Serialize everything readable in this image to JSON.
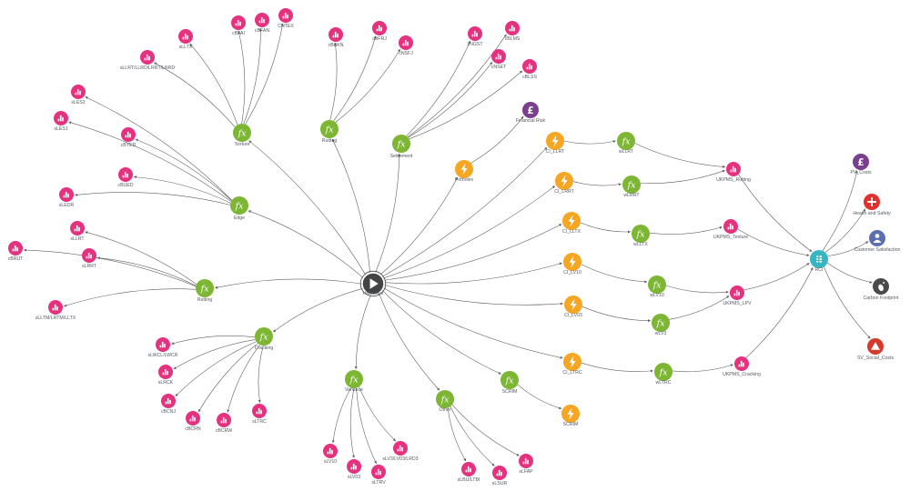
{
  "colors": {
    "indicator": "#e5317e",
    "function": "#7cb632",
    "trigger": "#f5a623",
    "finance": "#7b3f8f",
    "health": "#e0312e",
    "customer": "#5b6fb0",
    "carbon": "#4a4a4a",
    "social": "#d63a2b",
    "index": "#36b6c3",
    "root": "#444444",
    "edge": "#5f5f5f",
    "label": "#555a60"
  },
  "nodes": [
    {
      "id": "highways",
      "label": "Highways",
      "type": "root"
    },
    {
      "id": "texture",
      "label": "Texture",
      "type": "function"
    },
    {
      "id": "sltx",
      "label": "sLLTX",
      "type": "indicator"
    },
    {
      "id": "cbfai",
      "label": "cBFAI",
      "type": "indicator"
    },
    {
      "id": "cbfan",
      "label": "cBFAN",
      "type": "indicator"
    },
    {
      "id": "cntex",
      "label": "CNTEX",
      "type": "indicator"
    },
    {
      "id": "sllrt",
      "label": "sLLRT/LLRD/LRRT/LRRD",
      "type": "indicator"
    },
    {
      "id": "rutting_agg",
      "label": "Rutting",
      "type": "function"
    },
    {
      "id": "cbckn",
      "label": "cBCKN",
      "type": "indicator"
    },
    {
      "id": "cbfrj",
      "label": "cBFRJ",
      "type": "indicator"
    },
    {
      "id": "cnsfj",
      "label": "cNSFJ",
      "type": "indicator"
    },
    {
      "id": "settlement",
      "label": "Settlement",
      "type": "function"
    },
    {
      "id": "cngst",
      "label": "cNGST",
      "type": "indicator"
    },
    {
      "id": "cblms",
      "label": "cBLMS",
      "type": "indicator"
    },
    {
      "id": "cnset",
      "label": "cNSET",
      "type": "indicator"
    },
    {
      "id": "cblss",
      "label": "cBLSS",
      "type": "indicator"
    },
    {
      "id": "finrisk",
      "label": "Financial Risk",
      "type": "finance"
    },
    {
      "id": "potholes",
      "label": "Potholes",
      "type": "trigger"
    },
    {
      "id": "sles2",
      "label": "sLES2",
      "type": "indicator"
    },
    {
      "id": "cbyed",
      "label": "cBYED",
      "type": "indicator"
    },
    {
      "id": "sles1",
      "label": "sLES1",
      "type": "indicator"
    },
    {
      "id": "cbued",
      "label": "cBUED",
      "type": "indicator"
    },
    {
      "id": "sledr",
      "label": "sLEDR",
      "type": "indicator"
    },
    {
      "id": "edge",
      "label": "Edge",
      "type": "function"
    },
    {
      "id": "cbrut",
      "label": "cBRUT",
      "type": "indicator"
    },
    {
      "id": "slrt",
      "label": "sLLRT",
      "type": "indicator"
    },
    {
      "id": "slrrt",
      "label": "sLRRT",
      "type": "indicator"
    },
    {
      "id": "rutting",
      "label": "Rutting",
      "type": "function"
    },
    {
      "id": "slltm",
      "label": "sLLTM/LRTM/LLTX",
      "type": "indicator"
    },
    {
      "id": "cracking",
      "label": "Cracking",
      "type": "function"
    },
    {
      "id": "slwcl",
      "label": "sLWCL/LWCR",
      "type": "indicator"
    },
    {
      "id": "slrck",
      "label": "sLRCK",
      "type": "indicator"
    },
    {
      "id": "cbcnj",
      "label": "cBCNJ",
      "type": "indicator"
    },
    {
      "id": "cbcrn",
      "label": "cBCRN",
      "type": "indicator"
    },
    {
      "id": "cbcrw",
      "label": "cBCRW",
      "type": "indicator"
    },
    {
      "id": "sltrc",
      "label": "sLTRC",
      "type": "indicator"
    },
    {
      "id": "variance",
      "label": "Variance",
      "type": "function"
    },
    {
      "id": "slv10",
      "label": "sLV10",
      "type": "indicator"
    },
    {
      "id": "slv03",
      "label": "sLV03",
      "type": "indicator"
    },
    {
      "id": "sltrv",
      "label": "sLTRV",
      "type": "indicator"
    },
    {
      "id": "slv3l",
      "label": "sLV3/LV03/LRD3",
      "type": "indicator"
    },
    {
      "id": "other",
      "label": "Other",
      "type": "function"
    },
    {
      "id": "slbu",
      "label": "sLBU/LTBI",
      "type": "indicator"
    },
    {
      "id": "slsur",
      "label": "sLSUR",
      "type": "indicator"
    },
    {
      "id": "slfap",
      "label": "sLFAP",
      "type": "indicator"
    },
    {
      "id": "scrim_f",
      "label": "SCRIM",
      "type": "function"
    },
    {
      "id": "scrim_t",
      "label": "SCRIM",
      "type": "trigger"
    },
    {
      "id": "cillrt",
      "label": "CI_LLRT",
      "type": "trigger"
    },
    {
      "id": "wllrt",
      "label": "wLLRT",
      "type": "function"
    },
    {
      "id": "cilrrt",
      "label": "CI_LRRT",
      "type": "trigger"
    },
    {
      "id": "wlrrt",
      "label": "wLRRT",
      "type": "function"
    },
    {
      "id": "ukpms_rut",
      "label": "UKPMS_Rutting",
      "type": "indicator"
    },
    {
      "id": "cilltx",
      "label": "CI_LLTX",
      "type": "trigger"
    },
    {
      "id": "wlltx",
      "label": "wLLTX",
      "type": "function"
    },
    {
      "id": "ukpms_tex",
      "label": "UKPMS_Texture",
      "type": "indicator"
    },
    {
      "id": "cilv10",
      "label": "CI_LV10",
      "type": "trigger"
    },
    {
      "id": "wlv10",
      "label": "wLV10",
      "type": "function"
    },
    {
      "id": "cilv03",
      "label": "CI_LV03",
      "type": "trigger"
    },
    {
      "id": "wlv3",
      "label": "wLV3",
      "type": "function"
    },
    {
      "id": "ukpms_lpv",
      "label": "UKPMS_LPV",
      "type": "indicator"
    },
    {
      "id": "ciltrc",
      "label": "CI_LTRC",
      "type": "trigger"
    },
    {
      "id": "wltrc",
      "label": "wLTRC",
      "type": "function"
    },
    {
      "id": "ukpms_crk",
      "label": "UKPMS_Cracking",
      "type": "indicator"
    },
    {
      "id": "rci",
      "label": "RCI",
      "type": "index"
    },
    {
      "id": "pv_costs",
      "label": "PV_Costs",
      "type": "finance"
    },
    {
      "id": "health",
      "label": "Health and Safety",
      "type": "health"
    },
    {
      "id": "customer",
      "label": "Customer Satisfaction",
      "type": "customer"
    },
    {
      "id": "carbon",
      "label": "Carbon Footprint",
      "type": "carbon"
    },
    {
      "id": "social",
      "label": "SV_Social_Costs",
      "type": "social"
    }
  ],
  "edges": [
    [
      "highways",
      "texture"
    ],
    [
      "highways",
      "rutting_agg"
    ],
    [
      "highways",
      "settlement"
    ],
    [
      "highways",
      "potholes"
    ],
    [
      "highways",
      "edge"
    ],
    [
      "highways",
      "rutting"
    ],
    [
      "highways",
      "cracking"
    ],
    [
      "highways",
      "variance"
    ],
    [
      "highways",
      "other"
    ],
    [
      "highways",
      "scrim_f"
    ],
    [
      "highways",
      "cillrt"
    ],
    [
      "highways",
      "cilrrt"
    ],
    [
      "highways",
      "cilltx"
    ],
    [
      "highways",
      "cilv10"
    ],
    [
      "highways",
      "cilv03"
    ],
    [
      "highways",
      "ciltrc"
    ],
    [
      "texture",
      "sltx"
    ],
    [
      "texture",
      "cbfai"
    ],
    [
      "texture",
      "cbfan"
    ],
    [
      "texture",
      "cntex"
    ],
    [
      "texture",
      "sllrt"
    ],
    [
      "rutting_agg",
      "cbckn"
    ],
    [
      "rutting_agg",
      "cbfrj"
    ],
    [
      "rutting_agg",
      "cnsfj"
    ],
    [
      "settlement",
      "cngst"
    ],
    [
      "settlement",
      "cblms"
    ],
    [
      "settlement",
      "cnset"
    ],
    [
      "settlement",
      "cblss"
    ],
    [
      "potholes",
      "finrisk"
    ],
    [
      "edge",
      "sles2"
    ],
    [
      "edge",
      "cbyed"
    ],
    [
      "edge",
      "sles1"
    ],
    [
      "edge",
      "cbued"
    ],
    [
      "edge",
      "sledr"
    ],
    [
      "rutting",
      "cbrut"
    ],
    [
      "rutting",
      "slrt"
    ],
    [
      "rutting",
      "slrrt"
    ],
    [
      "rutting",
      "slltm"
    ],
    [
      "cracking",
      "slwcl"
    ],
    [
      "cracking",
      "slrck"
    ],
    [
      "cracking",
      "cbcnj"
    ],
    [
      "cracking",
      "cbcrn"
    ],
    [
      "cracking",
      "cbcrw"
    ],
    [
      "cracking",
      "sltrc"
    ],
    [
      "variance",
      "slv10"
    ],
    [
      "variance",
      "slv03"
    ],
    [
      "variance",
      "sltrv"
    ],
    [
      "variance",
      "slv3l"
    ],
    [
      "other",
      "slbu"
    ],
    [
      "other",
      "slsur"
    ],
    [
      "other",
      "slfap"
    ],
    [
      "scrim_f",
      "scrim_t"
    ],
    [
      "cillrt",
      "wllrt"
    ],
    [
      "wllrt",
      "ukpms_rut"
    ],
    [
      "cilrrt",
      "wlrrt"
    ],
    [
      "wlrrt",
      "ukpms_rut"
    ],
    [
      "cilltx",
      "wlltx"
    ],
    [
      "wlltx",
      "ukpms_tex"
    ],
    [
      "cilv10",
      "wlv10"
    ],
    [
      "wlv10",
      "ukpms_lpv"
    ],
    [
      "cilv03",
      "wlv3"
    ],
    [
      "wlv3",
      "ukpms_lpv"
    ],
    [
      "ciltrc",
      "wltrc"
    ],
    [
      "wltrc",
      "ukpms_crk"
    ],
    [
      "ukpms_rut",
      "rci"
    ],
    [
      "ukpms_tex",
      "rci"
    ],
    [
      "ukpms_lpv",
      "rci"
    ],
    [
      "ukpms_crk",
      "rci"
    ],
    [
      "rci",
      "pv_costs"
    ],
    [
      "rci",
      "health"
    ],
    [
      "rci",
      "customer"
    ],
    [
      "rci",
      "carbon"
    ],
    [
      "rci",
      "social"
    ]
  ]
}
